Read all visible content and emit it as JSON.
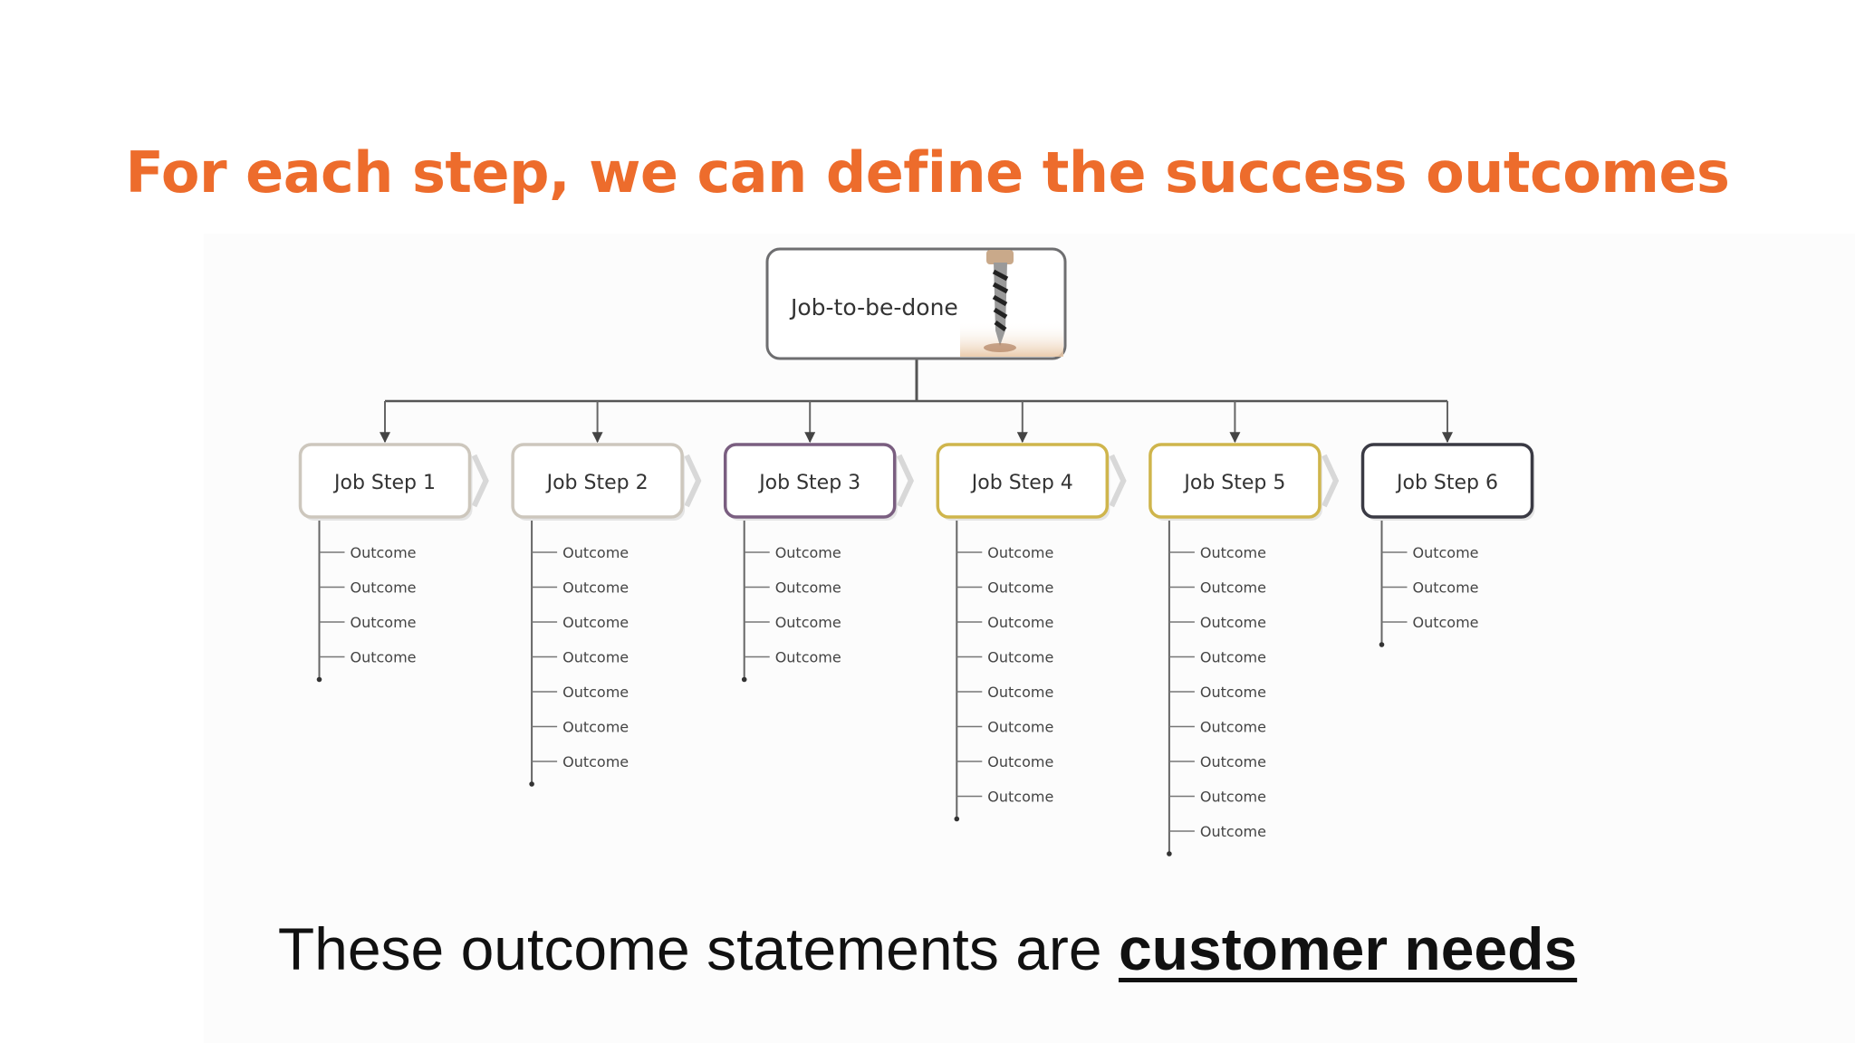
{
  "slide": {
    "title": "For each step, we can define the success outcomes",
    "subtitle_prefix": "These outcome statements are",
    "subtitle_emphasis": "customer needs",
    "title_color": "#ED6C2C"
  },
  "diagram": {
    "root": {
      "label": "Job-to-be-done",
      "icon": "drill-bit-icon"
    },
    "steps": [
      {
        "label": "Job Step 1",
        "color": "#cdc7bd",
        "outcomes": [
          "Outcome",
          "Outcome",
          "Outcome",
          "Outcome"
        ]
      },
      {
        "label": "Job Step 2",
        "color": "#cdc7bd",
        "outcomes": [
          "Outcome",
          "Outcome",
          "Outcome",
          "Outcome",
          "Outcome",
          "Outcome",
          "Outcome"
        ]
      },
      {
        "label": "Job Step 3",
        "color": "#7a5e80",
        "outcomes": [
          "Outcome",
          "Outcome",
          "Outcome",
          "Outcome"
        ]
      },
      {
        "label": "Job Step 4",
        "color": "#cfb54c",
        "outcomes": [
          "Outcome",
          "Outcome",
          "Outcome",
          "Outcome",
          "Outcome",
          "Outcome",
          "Outcome",
          "Outcome"
        ]
      },
      {
        "label": "Job Step 5",
        "color": "#cfb54c",
        "outcomes": [
          "Outcome",
          "Outcome",
          "Outcome",
          "Outcome",
          "Outcome",
          "Outcome",
          "Outcome",
          "Outcome",
          "Outcome"
        ]
      },
      {
        "label": "Job Step 6",
        "color": "#3a3a44",
        "outcomes": [
          "Outcome",
          "Outcome",
          "Outcome"
        ]
      }
    ]
  }
}
